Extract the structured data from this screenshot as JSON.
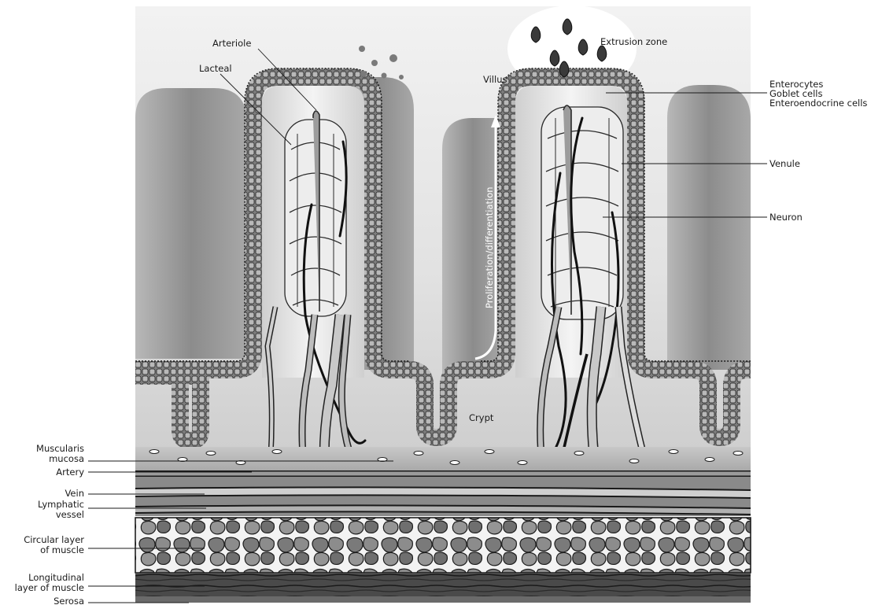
{
  "labels": {
    "arteriole": "Arteriole",
    "lacteal": "Lacteal",
    "extrusion_zone": "Extrusion zone",
    "villus": "Villus",
    "enterocytes": "Enterocytes",
    "goblet_cells": "Goblet cells",
    "enteroendocrine_cells": "Enteroendocrine cells",
    "venule": "Venule",
    "neuron": "Neuron",
    "proliferation": "Proliferation/differentiation",
    "crypt": "Crypt",
    "muscularis_line1": "Muscularis",
    "muscularis_line2": "mucosa",
    "artery": "Artery",
    "vein": "Vein",
    "lymphatic_line1": "Lymphatic",
    "lymphatic_line2": "vessel",
    "circular_line1": "Circular layer",
    "circular_line2": "of muscle",
    "longitudinal_line1": "Longitudinal",
    "longitudinal_line2": "layer of muscle",
    "serosa": "Serosa"
  },
  "colors": {
    "lumen": "#e6e6e6",
    "epithelium": "#8a8a8a",
    "background_villus": "#9a9a9a",
    "vessel": "#b5b5b5",
    "dark_tissue": "#2b2b2b"
  }
}
